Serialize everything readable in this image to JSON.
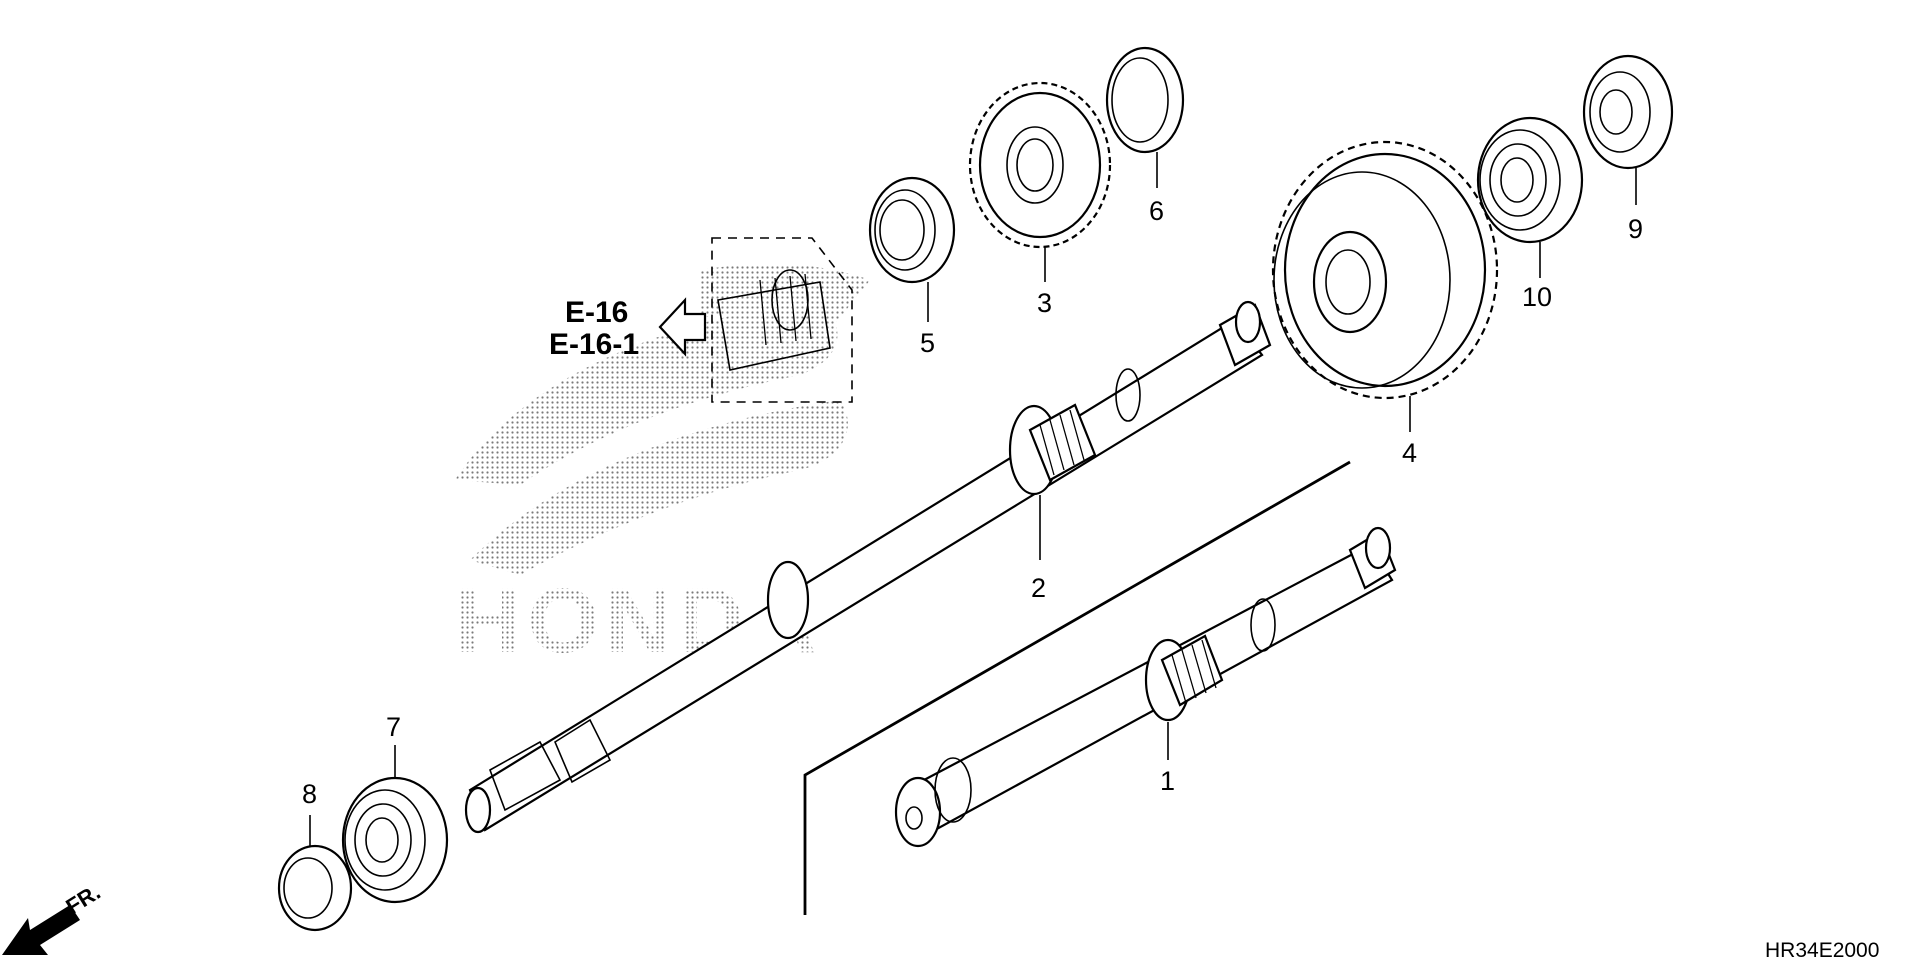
{
  "callouts": {
    "c1": "1",
    "c2": "2",
    "c3": "3",
    "c4": "4",
    "c5": "5",
    "c6": "6",
    "c7": "7",
    "c8": "8",
    "c9": "9",
    "c10": "10"
  },
  "reference": {
    "line1": "E-16",
    "line2": "E-16-1"
  },
  "front_label": "FR.",
  "diagram_code": "HR34E2000",
  "watermark": {
    "text": "HONDA",
    "icon": "honda-wing-logo"
  },
  "icons": [
    "reference-arrow-icon",
    "front-direction-arrow-icon"
  ]
}
